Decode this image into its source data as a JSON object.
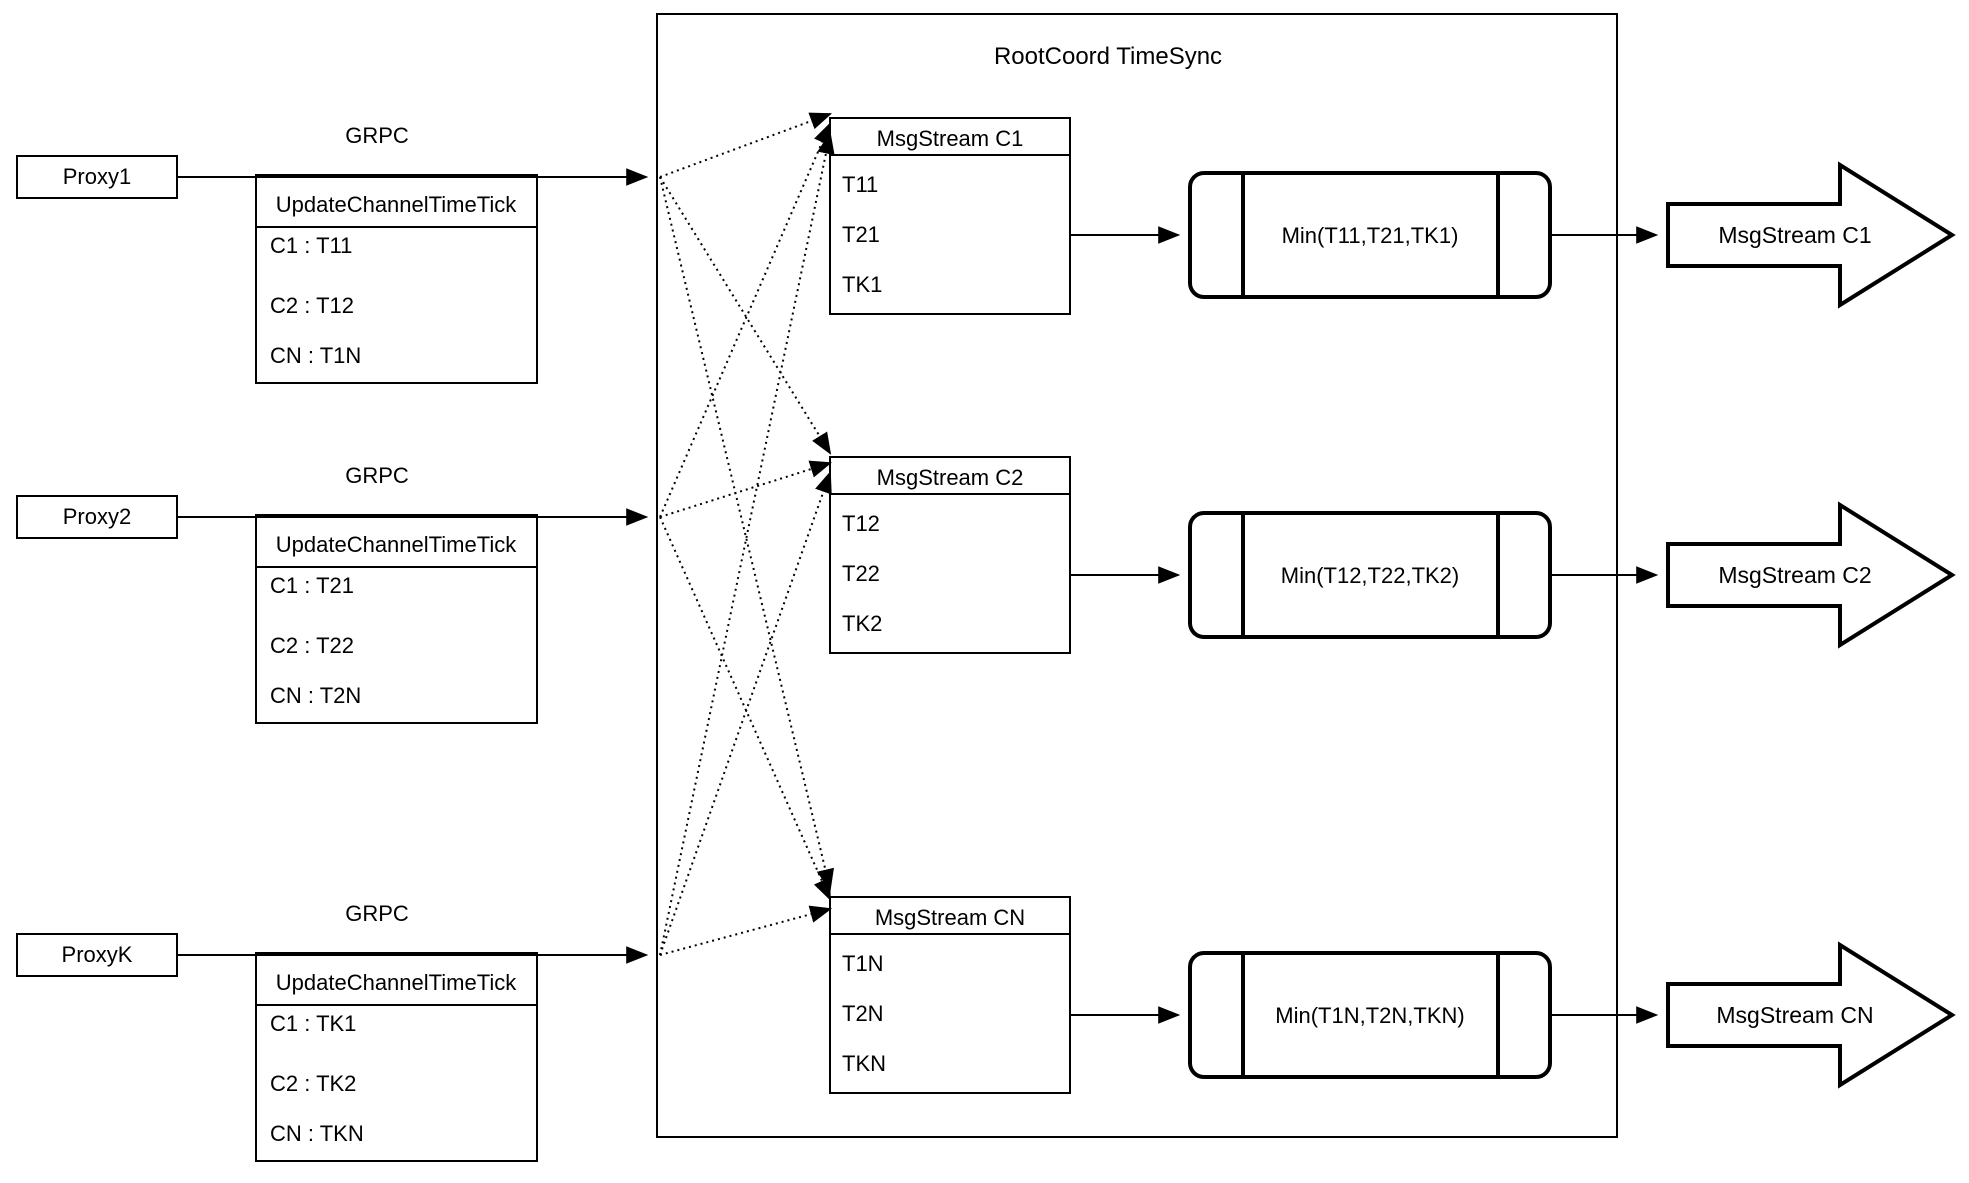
{
  "diagram": {
    "title": "RootCoord TimeSync",
    "proxies": [
      {
        "name": "Proxy1",
        "protocol": "GRPC",
        "table_title": "UpdateChannelTimeTick",
        "rows": [
          "C1 : T11",
          "C2 : T12",
          "CN : T1N"
        ]
      },
      {
        "name": "Proxy2",
        "protocol": "GRPC",
        "table_title": "UpdateChannelTimeTick",
        "rows": [
          "C1 : T21",
          "C2 : T22",
          "CN : T2N"
        ]
      },
      {
        "name": "ProxyK",
        "protocol": "GRPC",
        "table_title": "UpdateChannelTimeTick",
        "rows": [
          "C1 : TK1",
          "C2 : TK2",
          "CN : TKN"
        ]
      }
    ],
    "streams": [
      {
        "title": "MsgStream C1",
        "ticks": [
          "T11",
          "T21",
          "TK1"
        ],
        "min_label": "Min(T11,T21,TK1)",
        "output_label": "MsgStream C1"
      },
      {
        "title": "MsgStream C2",
        "ticks": [
          "T12",
          "T22",
          "TK2"
        ],
        "min_label": "Min(T12,T22,TK2)",
        "output_label": "MsgStream C2"
      },
      {
        "title": "MsgStream CN",
        "ticks": [
          "T1N",
          "T2N",
          "TKN"
        ],
        "min_label": "Min(T1N,T2N,TKN)",
        "output_label": "MsgStream CN"
      }
    ],
    "colors": {
      "stroke": "#000000",
      "background": "#ffffff"
    }
  }
}
